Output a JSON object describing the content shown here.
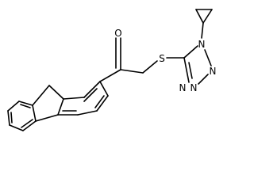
{
  "structure": {
    "atom_labels": {
      "oxygen": "O",
      "sulfur": "S",
      "n_methyl": "N",
      "n_ring_1": "N",
      "n_ring_2": "N",
      "n_ring_3": "N"
    }
  },
  "colors": {
    "bond": "#000000",
    "label": "#000000",
    "background": "#ffffff"
  }
}
